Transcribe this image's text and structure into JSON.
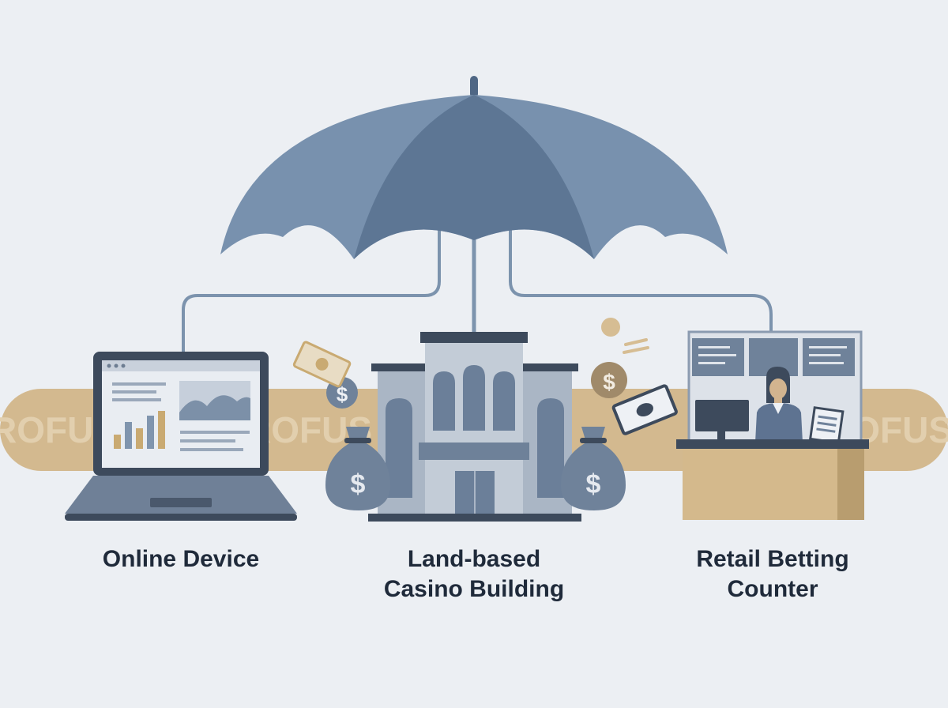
{
  "colors": {
    "background": "#eceff3",
    "umbrella": "#6f89a6",
    "umbrella_dark": "#5b7491",
    "band": "#d3b98f",
    "connector": "#7c93ad",
    "dark_slate": "#3d4a5c",
    "building": "#aeb9c7",
    "building_dark": "#6d8099",
    "tan": "#d4b98c",
    "text": "#1f2a3a"
  },
  "watermark": {
    "left": "ROFUS",
    "mid": "ROFUS",
    "right": "ROFUS"
  },
  "icons": [
    "umbrella-icon",
    "laptop-icon",
    "casino-building-icon",
    "money-bag-icon",
    "dollar-coin-icon",
    "banknote-icon",
    "betting-counter-icon",
    "clerk-icon"
  ],
  "money_symbol": "$",
  "labels": {
    "online": "Online Device",
    "casino_line1": "Land-based",
    "casino_line2": "Casino Building",
    "retail_line1": "Retail Betting",
    "retail_line2": "Counter"
  }
}
